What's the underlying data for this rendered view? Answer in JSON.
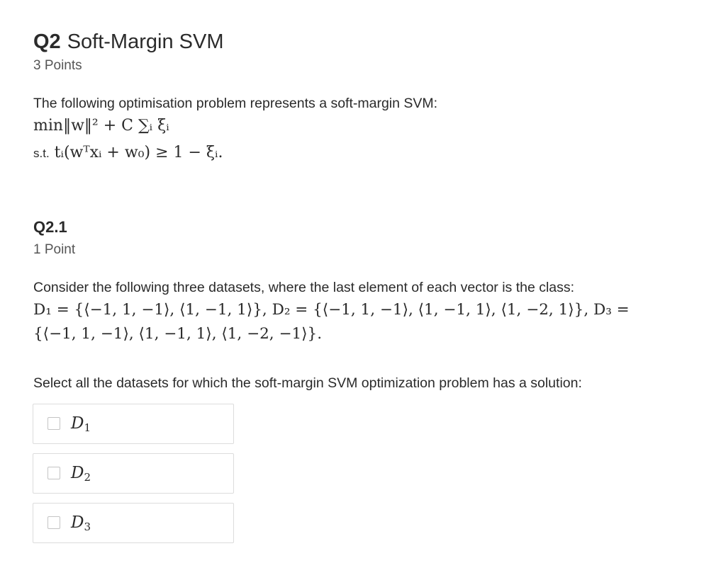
{
  "question": {
    "number": "Q2",
    "title": "Soft-Margin SVM",
    "points": "3 Points",
    "intro": "The following optimisation problem represents a soft-margin SVM:",
    "formula_objective": "min‖w‖² + C ∑ᵢ ξᵢ",
    "formula_constraint_prefix": "s.t.",
    "formula_constraint": "tᵢ(wᵀxᵢ + w₀) ≥ 1 − ξᵢ."
  },
  "subquestion": {
    "number": "Q2.1",
    "points": "1 Point",
    "prompt": "Consider the following three datasets, where the last element of each vector is the class:",
    "datasets_line1": "D₁ = {⟨−1, 1, −1⟩, ⟨1, −1, 1⟩}, D₂ = {⟨−1, 1, −1⟩, ⟨1, −1, 1⟩, ⟨1, −2, 1⟩}, D₃ =",
    "datasets_line2": "{⟨−1, 1, −1⟩, ⟨1, −1, 1⟩, ⟨1, −2, −1⟩}.",
    "instruction": "Select all the datasets for which the soft-margin SVM optimization problem has a solution:",
    "options": [
      {
        "letter": "D",
        "sub": "1",
        "checked": false
      },
      {
        "letter": "D",
        "sub": "2",
        "checked": false
      },
      {
        "letter": "D",
        "sub": "3",
        "checked": false
      }
    ]
  }
}
